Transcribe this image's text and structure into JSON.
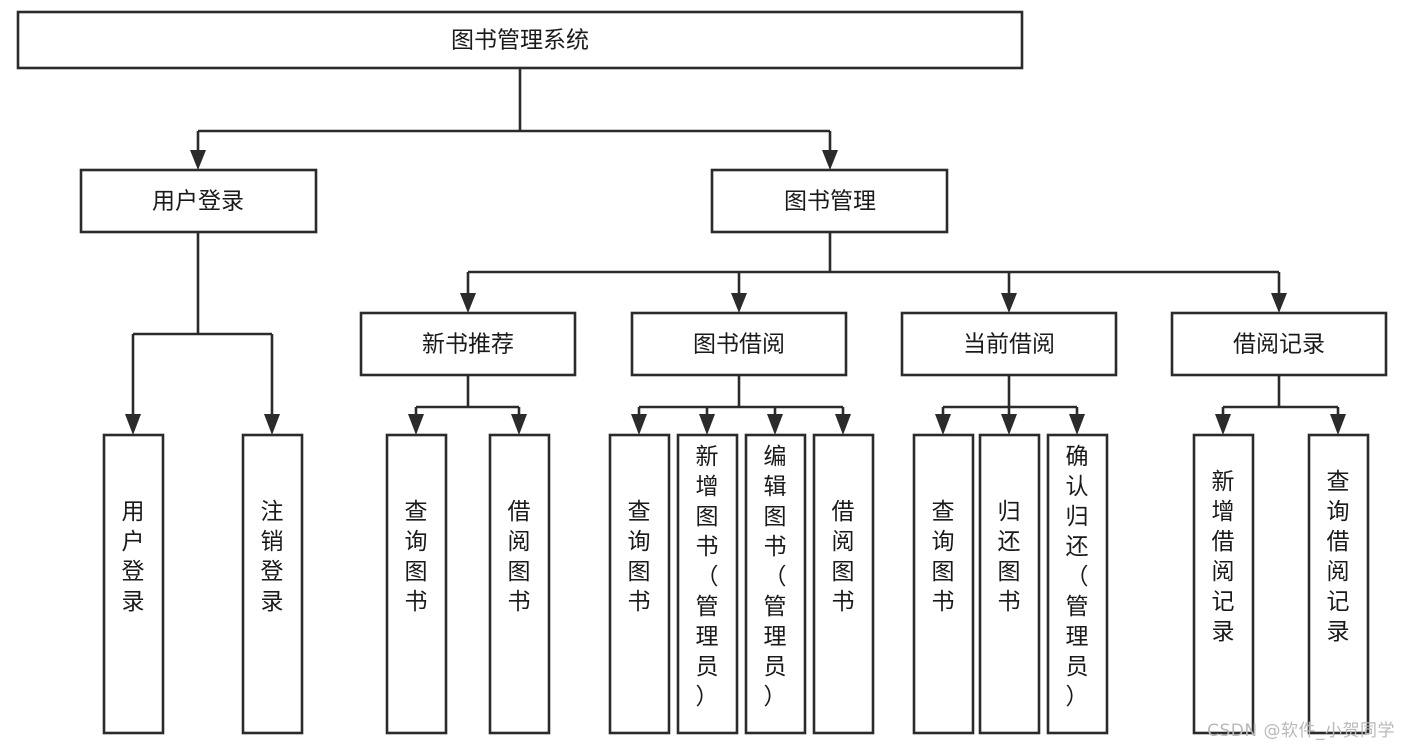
{
  "diagram": {
    "title": "图书管理系统",
    "type": "tree-hierarchy",
    "watermark": "CSDN @软件_小贺同学",
    "colors": {
      "stroke": "#2b2b2b",
      "fill": "#ffffff",
      "text": "#1a1a1a",
      "watermark": "#b9b9b9"
    },
    "levels": {
      "root": {
        "label": "图书管理系统",
        "orientation": "horizontal"
      },
      "level2": [
        {
          "id": "user-login",
          "label": "用户登录",
          "orientation": "horizontal"
        },
        {
          "id": "book-management",
          "label": "图书管理",
          "orientation": "horizontal"
        }
      ],
      "level3": [
        {
          "id": "new-book-recommend",
          "label": "新书推荐",
          "orientation": "horizontal",
          "parent": "book-management"
        },
        {
          "id": "book-borrow",
          "label": "图书借阅",
          "orientation": "horizontal",
          "parent": "book-management"
        },
        {
          "id": "current-borrow",
          "label": "当前借阅",
          "orientation": "horizontal",
          "parent": "book-management"
        },
        {
          "id": "borrow-record",
          "label": "借阅记录",
          "orientation": "horizontal",
          "parent": "book-management"
        }
      ],
      "leaves": [
        {
          "id": "leaf-user-login",
          "label": "用户登录",
          "orientation": "vertical",
          "parent": "user-login"
        },
        {
          "id": "leaf-logout-login",
          "label": "注销登录",
          "orientation": "vertical",
          "parent": "user-login"
        },
        {
          "id": "leaf-query-book-1",
          "label": "查询图书",
          "orientation": "vertical",
          "parent": "new-book-recommend"
        },
        {
          "id": "leaf-borrow-book-1",
          "label": "借阅图书",
          "orientation": "vertical",
          "parent": "new-book-recommend"
        },
        {
          "id": "leaf-query-book-2",
          "label": "查询图书",
          "orientation": "vertical",
          "parent": "book-borrow"
        },
        {
          "id": "leaf-add-book-admin",
          "label": "新增图书（管理员）",
          "orientation": "vertical",
          "parent": "book-borrow"
        },
        {
          "id": "leaf-edit-book-admin",
          "label": "编辑图书（管理员）",
          "orientation": "vertical",
          "parent": "book-borrow"
        },
        {
          "id": "leaf-borrow-book-2",
          "label": "借阅图书",
          "orientation": "vertical",
          "parent": "book-borrow"
        },
        {
          "id": "leaf-query-book-3",
          "label": "查询图书",
          "orientation": "vertical",
          "parent": "current-borrow"
        },
        {
          "id": "leaf-return-book",
          "label": "归还图书",
          "orientation": "vertical",
          "parent": "current-borrow"
        },
        {
          "id": "leaf-confirm-return-admin",
          "label": "确认归还（管理员）",
          "orientation": "vertical",
          "parent": "current-borrow"
        },
        {
          "id": "leaf-add-borrow-record",
          "label": "新增借阅记录",
          "orientation": "vertical",
          "parent": "borrow-record"
        },
        {
          "id": "leaf-query-borrow-record",
          "label": "查询借阅记录",
          "orientation": "vertical",
          "parent": "borrow-record"
        }
      ]
    }
  }
}
